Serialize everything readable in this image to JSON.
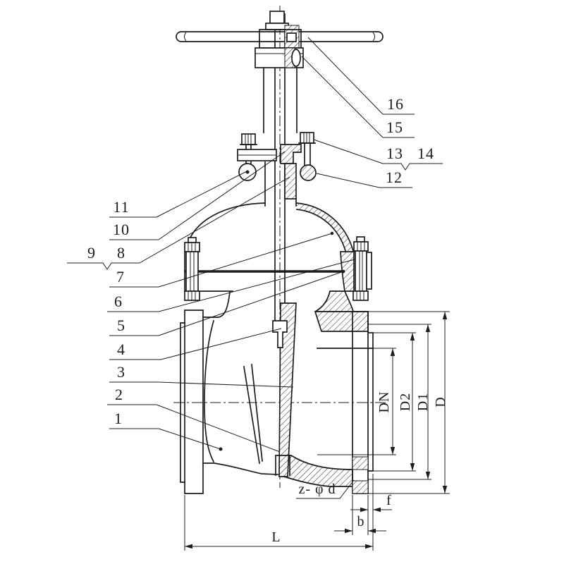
{
  "drawing": {
    "subject": "gate-valve-cross-section",
    "colors": {
      "line": "#1c1c1c",
      "background": "#ffffff"
    },
    "callouts": [
      {
        "label": "1"
      },
      {
        "label": "2"
      },
      {
        "label": "3"
      },
      {
        "label": "4"
      },
      {
        "label": "5"
      },
      {
        "label": "6"
      },
      {
        "label": "7"
      },
      {
        "label": "8"
      },
      {
        "label": "9"
      },
      {
        "label": "10"
      },
      {
        "label": "11"
      },
      {
        "label": "12"
      },
      {
        "label": "13"
      },
      {
        "label": "14"
      },
      {
        "label": "15"
      },
      {
        "label": "16"
      }
    ],
    "dimensions": {
      "dn": "DN",
      "d2": "D2",
      "d1": "D1",
      "d": "D",
      "l": "L",
      "b": "b",
      "f": "f",
      "z_phi_d": "z- φ d"
    }
  }
}
